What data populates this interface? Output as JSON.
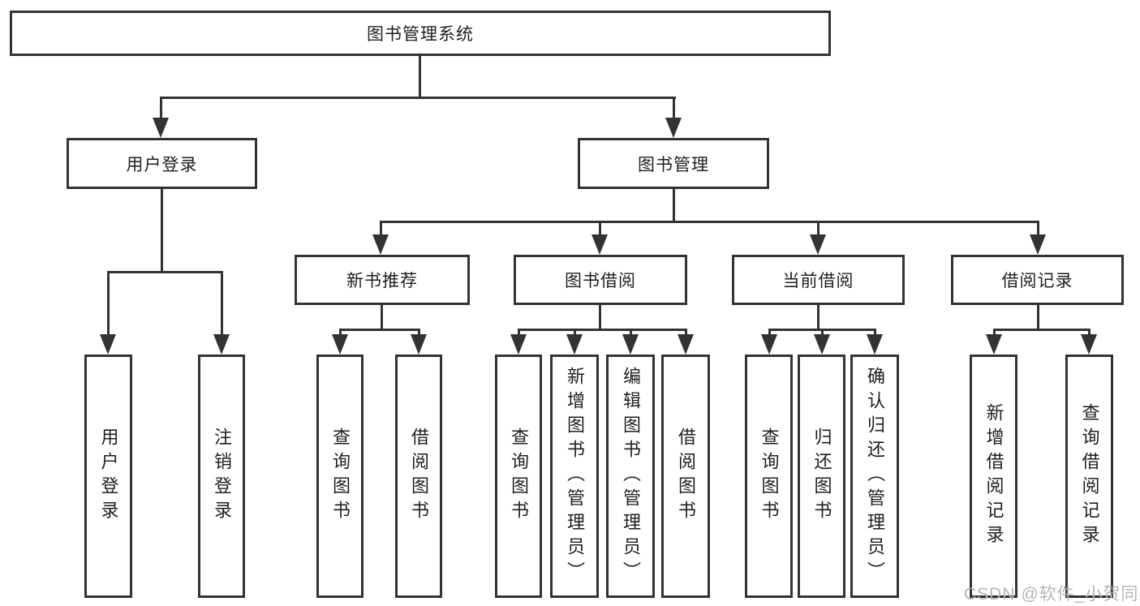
{
  "nodes": {
    "root": {
      "label": "图书管理系统"
    },
    "user_login": {
      "label": "用户登录"
    },
    "book_mgmt": {
      "label": "图书管理"
    },
    "new_book_rec": {
      "label": "新书推荐"
    },
    "book_borrow": {
      "label": "图书借阅"
    },
    "current_borrow": {
      "label": "当前借阅"
    },
    "borrow_record": {
      "label": "借阅记录"
    },
    "leaf_user_login": {
      "label": "用户登录"
    },
    "leaf_logout_login": {
      "label": "注销登录"
    },
    "leaf_query_book_rec": {
      "label": "查询图书"
    },
    "leaf_borrow_book_rec": {
      "label": "借阅图书"
    },
    "leaf_query_book_borrow": {
      "label": "查询图书"
    },
    "leaf_add_book_admin": {
      "label": "新增图书（管理员）"
    },
    "leaf_edit_book_admin": {
      "label": "编辑图书（管理员）"
    },
    "leaf_borrow_book_borrow": {
      "label": "借阅图书"
    },
    "leaf_query_book_current": {
      "label": "查询图书"
    },
    "leaf_return_book": {
      "label": "归还图书"
    },
    "leaf_confirm_return_admin": {
      "label": "确认归还（管理员）"
    },
    "leaf_add_borrow_record": {
      "label": "新增借阅记录"
    },
    "leaf_query_borrow_record": {
      "label": "查询借阅记录"
    }
  },
  "hierarchy": {
    "图书管理系统": {
      "用户登录": [
        "用户登录",
        "注销登录"
      ],
      "图书管理": {
        "新书推荐": [
          "查询图书",
          "借阅图书"
        ],
        "图书借阅": [
          "查询图书",
          "新增图书（管理员）",
          "编辑图书（管理员）",
          "借阅图书"
        ],
        "当前借阅": [
          "查询图书",
          "归还图书",
          "确认归还（管理员）"
        ],
        "借阅记录": [
          "新增借阅记录",
          "查询借阅记录"
        ]
      }
    }
  },
  "watermark": {
    "text": "CSDN @软件_小贺同学"
  },
  "colors": {
    "line": "#333333",
    "text": "#1f1f1f",
    "watermark": "#b5b5b5",
    "background": "#ffffff"
  }
}
